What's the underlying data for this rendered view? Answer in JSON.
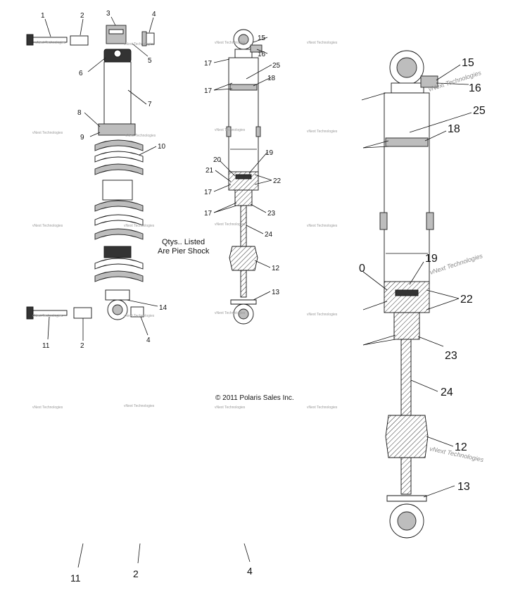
{
  "callouts": {
    "left": [
      "1",
      "2",
      "3",
      "4",
      "5",
      "6",
      "7",
      "8",
      "9",
      "10",
      "11",
      "2",
      "4",
      "14"
    ],
    "middle": [
      "15",
      "16",
      "17",
      "25",
      "18",
      "17",
      "20",
      "19",
      "21",
      "22",
      "17",
      "17",
      "23",
      "24",
      "12",
      "13"
    ],
    "right": [
      "15",
      "16",
      "25",
      "18",
      "19",
      "0",
      "22",
      "23",
      "24",
      "12",
      "13"
    ],
    "bottom": [
      "11",
      "2",
      "4"
    ]
  },
  "note": {
    "line1": "Qtys.. Listed",
    "line2": "Are Pier Shock"
  },
  "copyright": "© 2011 Polaris Sales Inc.",
  "watermark": "vNext Technologies"
}
